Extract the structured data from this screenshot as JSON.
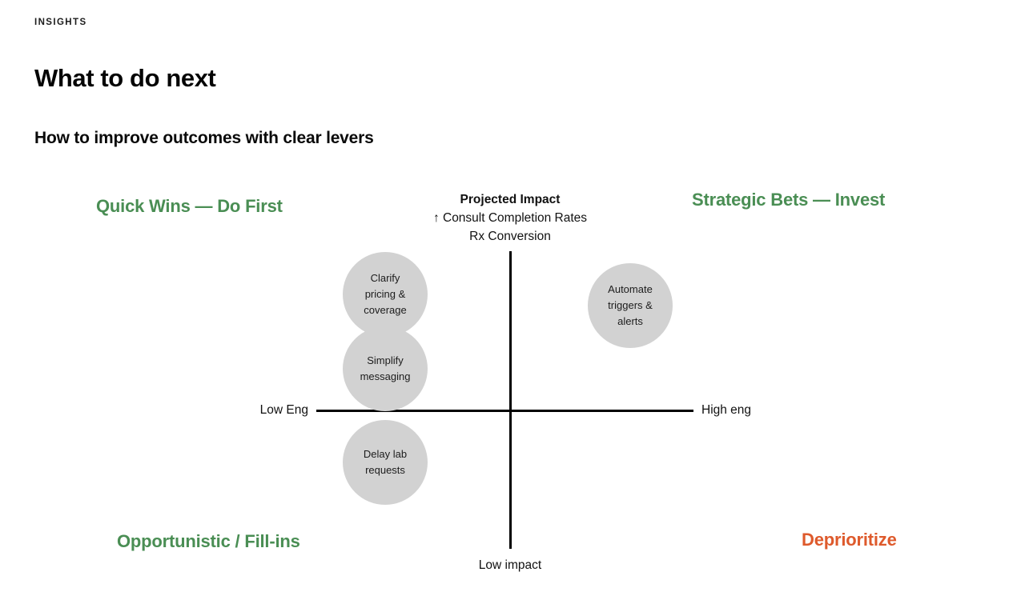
{
  "header": {
    "eyebrow": "INSIGHTS",
    "title": "What to do next",
    "subtitle": "How to improve outcomes with clear levers"
  },
  "colors": {
    "quadrant_green": "#4A8E54",
    "deprioritize_orange": "#DE5A2C",
    "bubble_gray": "#D2D2D2",
    "axis_black": "#000000"
  },
  "matrix": {
    "quadrants": {
      "top_left": "Quick Wins — Do First",
      "top_right": "Strategic Bets — Invest",
      "bottom_left": "Opportunistic / Fill-ins",
      "bottom_right": "Deprioritize"
    },
    "axes": {
      "top": {
        "title": "Projected Impact",
        "line2": "↑ Consult Completion Rates",
        "line3": "Rx Conversion"
      },
      "bottom_label": "Low impact",
      "left_label": "Low Eng",
      "right_label": "High eng"
    },
    "bubbles": [
      {
        "name": "clarify-pricing-coverage",
        "lines": [
          "Clarify",
          "pricing &",
          "coverage"
        ],
        "quadrant": "top_left"
      },
      {
        "name": "simplify-messaging",
        "lines": [
          "Simplify",
          "messaging"
        ],
        "quadrant": "top_left"
      },
      {
        "name": "delay-lab-requests",
        "lines": [
          "Delay lab",
          "requests"
        ],
        "quadrant": "bottom_left"
      },
      {
        "name": "automate-triggers-alerts",
        "lines": [
          "Automate",
          "triggers &",
          "alerts"
        ],
        "quadrant": "top_right"
      }
    ]
  }
}
